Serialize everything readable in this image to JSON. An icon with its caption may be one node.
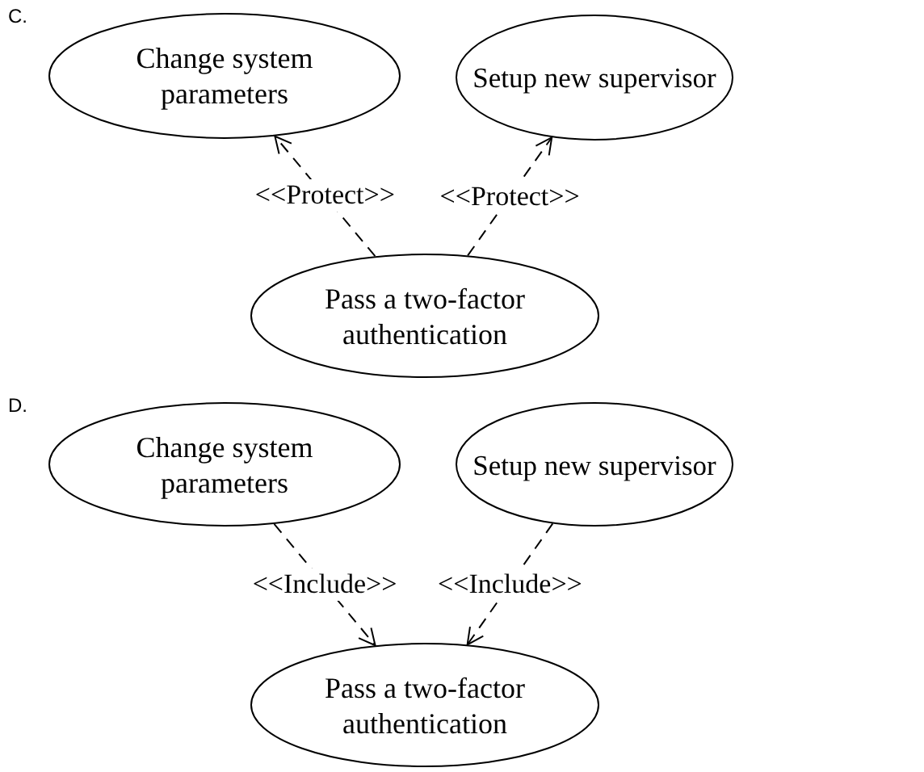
{
  "diagram": {
    "nodes": [
      {
        "text": [
          "Change system parameters"
        ]
      },
      {
        "text": [
          "Setup new supervisor"
        ]
      },
      {
        "text": [
          "Pass a two-factor authentication"
        ]
      },
      {
        "text": [
          "Change system parameters"
        ]
      },
      {
        "text": [
          "Setup new supervisor"
        ]
      },
      {
        "text": [
          "Pass a two-factor authentication"
        ]
      }
    ],
    "edges": [
      {
        "from": 2,
        "to": 0,
        "arrow": "to",
        "label": "<<Protect>>",
        "style": "dashed"
      },
      {
        "from": 2,
        "to": 1,
        "arrow": "to",
        "label": "<<Protect>>",
        "style": "dashed"
      },
      {
        "from": 3,
        "to": 5,
        "arrow": "to",
        "label": "<<Include>>",
        "style": "dashed"
      },
      {
        "from": 4,
        "to": 5,
        "arrow": "to",
        "label": "<<Include>>",
        "style": "dashed"
      }
    ],
    "labels": [
      "C.",
      "D."
    ]
  }
}
